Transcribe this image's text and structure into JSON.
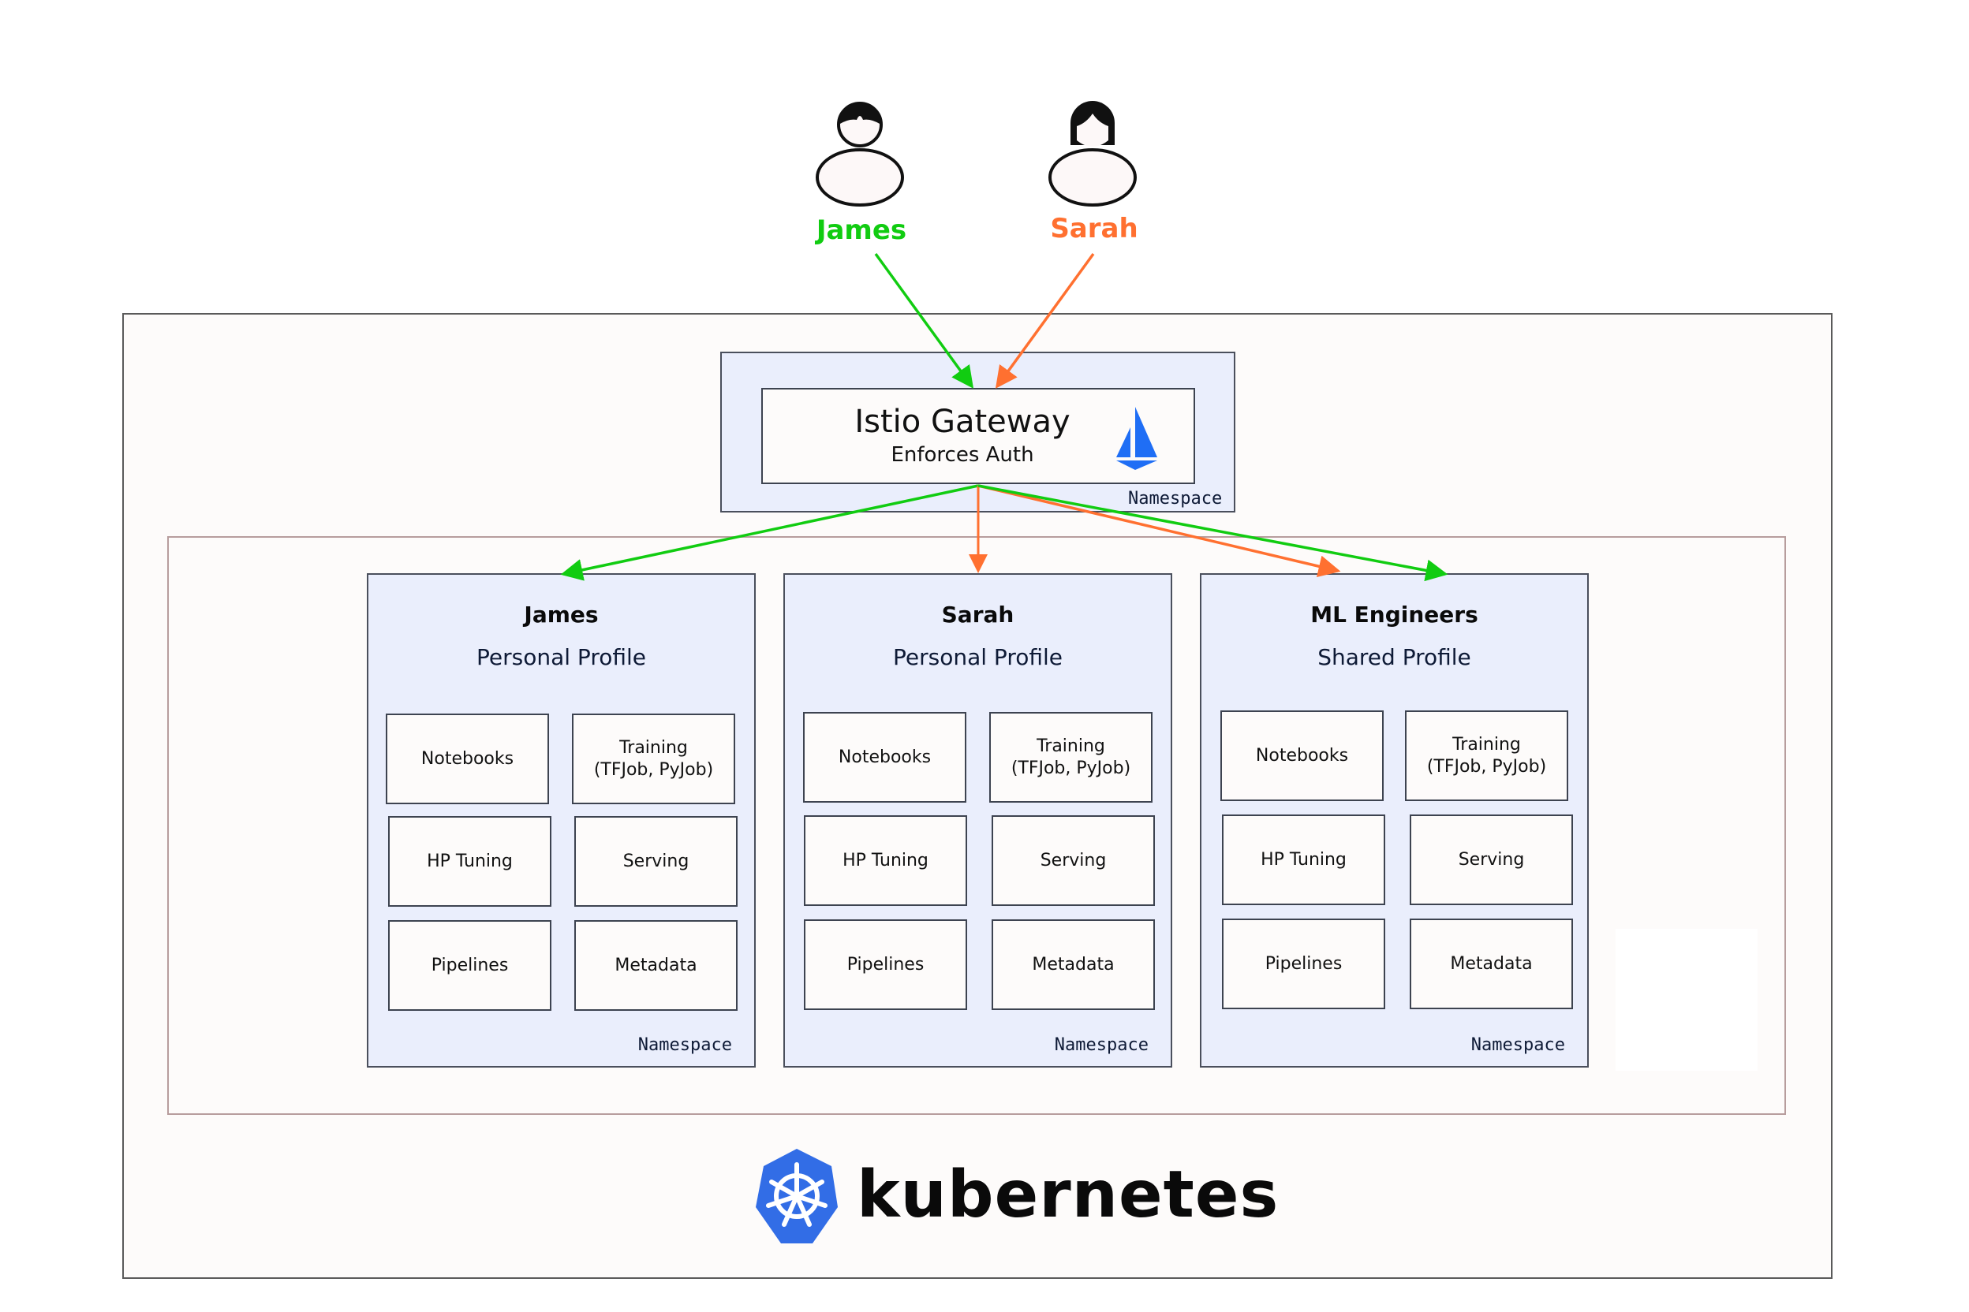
{
  "users": [
    {
      "name": "James",
      "color": "#11cc11",
      "icon": "person-male-icon"
    },
    {
      "name": "Sarah",
      "color": "#ff7030",
      "icon": "person-female-icon"
    }
  ],
  "gateway": {
    "title": "Istio Gateway",
    "subtitle": "Enforces Auth",
    "namespace_label": "Namespace",
    "icon": "istio-sail-icon"
  },
  "profiles": [
    {
      "owner": "James",
      "type": "Personal Profile",
      "namespace_label": "Namespace",
      "components": [
        "Notebooks",
        "Training\n(TFJob, PyJob)",
        "HP Tuning",
        "Serving",
        "Pipelines",
        "Metadata"
      ]
    },
    {
      "owner": "Sarah",
      "type": "Personal Profile",
      "namespace_label": "Namespace",
      "components": [
        "Notebooks",
        "Training\n(TFJob, PyJob)",
        "HP Tuning",
        "Serving",
        "Pipelines",
        "Metadata"
      ]
    },
    {
      "owner": "ML Engineers",
      "type": "Shared Profile",
      "namespace_label": "Namespace",
      "components": [
        "Notebooks",
        "Training\n(TFJob, PyJob)",
        "HP Tuning",
        "Serving",
        "Pipelines",
        "Metadata"
      ]
    }
  ],
  "connections": [
    {
      "from": "James",
      "to": "Istio Gateway",
      "color": "#11cc11"
    },
    {
      "from": "Sarah",
      "to": "Istio Gateway",
      "color": "#ff7030"
    },
    {
      "from": "Istio Gateway",
      "to": "James",
      "color": "#11cc11"
    },
    {
      "from": "Istio Gateway",
      "to": "ML Engineers",
      "color": "#11cc11"
    },
    {
      "from": "Istio Gateway",
      "to": "Sarah",
      "color": "#ff7030"
    },
    {
      "from": "Istio Gateway",
      "to": "ML Engineers",
      "color": "#ff7030"
    }
  ],
  "platform": {
    "name": "kubernetes",
    "icon": "kubernetes-helm-icon",
    "color": "#326de6"
  },
  "colors": {
    "namespace_fill": "#eaeefc",
    "card_fill": "#fdfbfa",
    "istio_blue": "#1f6ef5"
  }
}
